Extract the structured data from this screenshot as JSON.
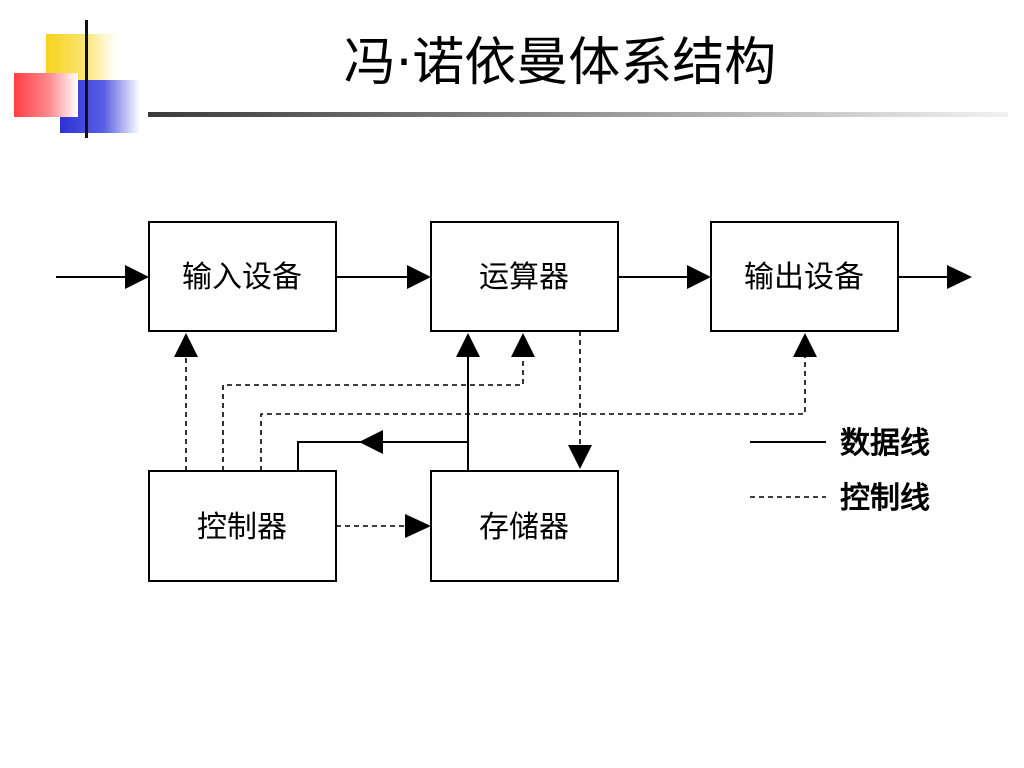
{
  "title": "冯·诺依曼体系结构",
  "diagram": {
    "units": {
      "input": "输入设备",
      "alu": "运算器",
      "output": "输出设备",
      "control": "控制器",
      "memory": "存储器"
    },
    "legend": {
      "data_line": "数据线",
      "control_line": "控制线"
    }
  },
  "colors": {
    "line": "#000000",
    "accent_yellow": "#f7d21a",
    "accent_blue": "#2b32d6",
    "accent_red": "#ff3d44"
  }
}
